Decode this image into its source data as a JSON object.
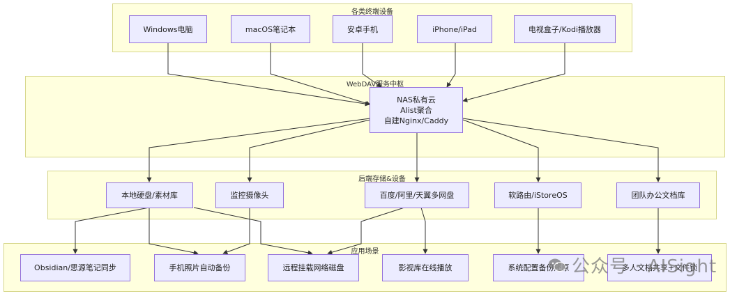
{
  "groups": {
    "devices": "各类终端设备",
    "webdav": "WebDAV服务中枢",
    "storage": "后端存储&设备",
    "scenes": "应用场景"
  },
  "nodes": {
    "windows": "Windows电脑",
    "macos": "macOS笔记本",
    "android": "安卓手机",
    "iphone": "iPhone/iPad",
    "tvbox": "电视盒子/Kodi播放器",
    "hub": [
      "NAS私有云",
      "Alist聚合",
      "自建Nginx/Caddy"
    ],
    "localdisk": "本地硬盘/素材库",
    "camera": "监控摄像头",
    "netdisk": "百度/阿里/天翼多网盘",
    "router": "软路由/iStoreOS",
    "teamdocs": "团队办公文档库",
    "obsidian": "Obsidian/思源笔记同步",
    "photobackup": "手机照片自动备份",
    "remotedisk": "远程挂载网络磁盘",
    "videolib": "影视库在线播放",
    "sysbackup": "系统配置备份还原",
    "multidoc": "多人文档共享+文件锁"
  },
  "watermark": "公众号 · AISight"
}
